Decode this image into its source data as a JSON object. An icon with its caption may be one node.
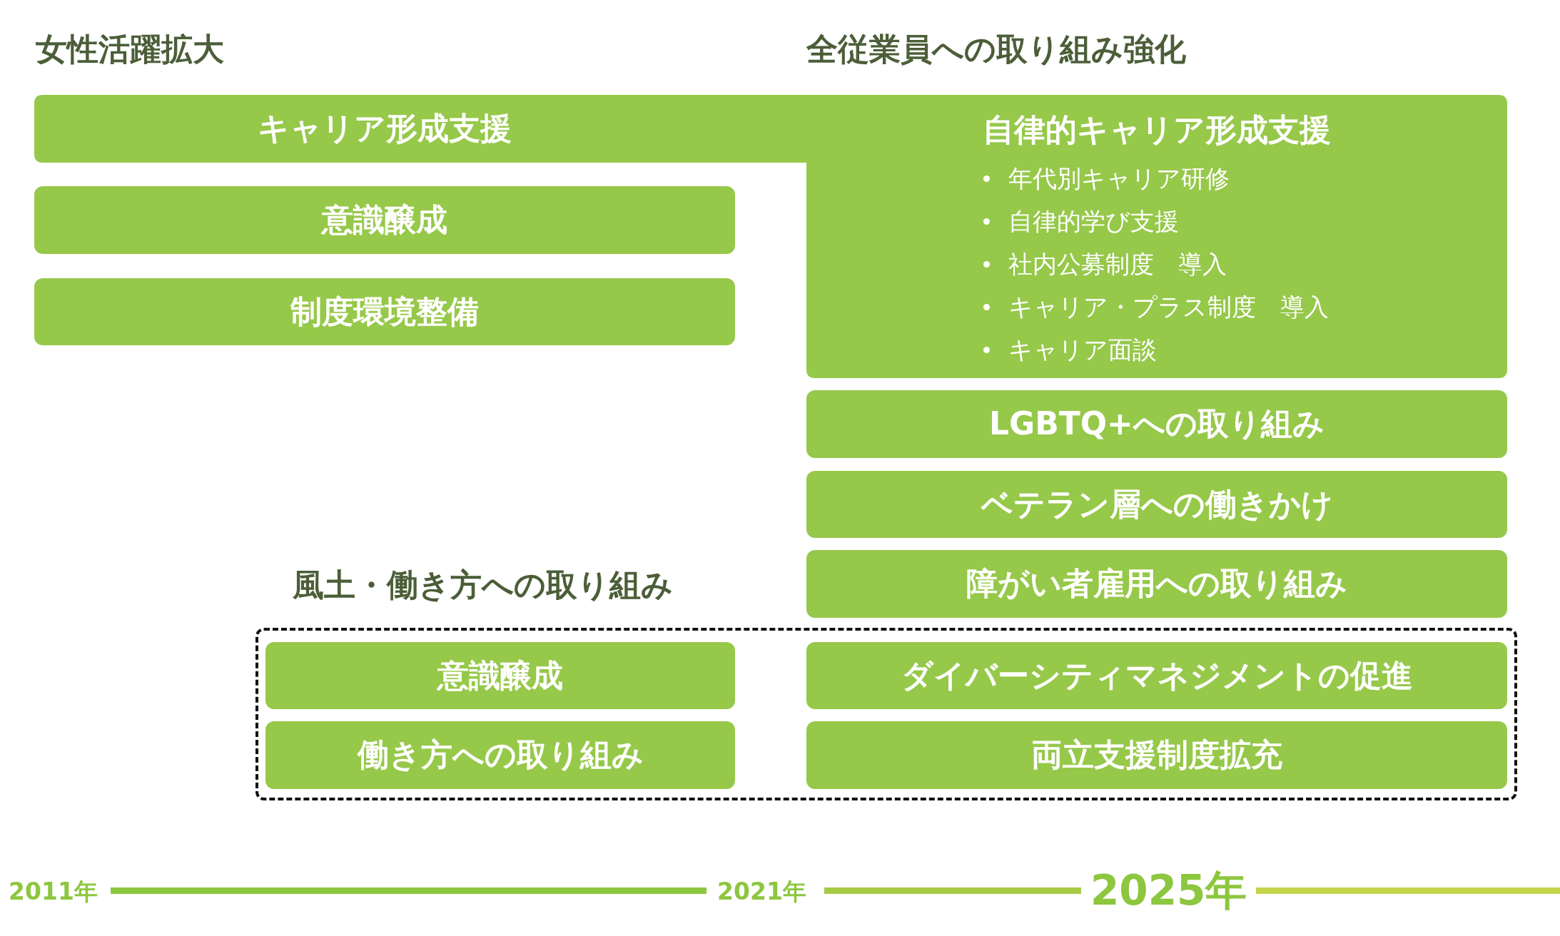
{
  "diagram": {
    "nodes": [
      {
        "text": [
          "キャリア形成支援",
          "自律的キャリア形成支援",
          "年代別キャリア研修",
          "自律的学び支援",
          "社内公募制度　導入",
          "キャリア・プラス制度　導入",
          "キャリア面談"
        ]
      },
      {
        "text": [
          "意識醸成"
        ]
      },
      {
        "text": [
          "制度環境整備"
        ]
      },
      {
        "text": [
          "LGBTQ+への取り組み"
        ]
      },
      {
        "text": [
          "ベテラン層への働きかけ"
        ]
      },
      {
        "text": [
          "障がい者雇用への取り組み"
        ]
      },
      {
        "text": [
          "風土・働き方への取り組み"
        ]
      },
      {
        "text": [
          "意識醸成"
        ],
        "in": 6
      },
      {
        "text": [
          "ダイバーシティマネジメントの促進"
        ],
        "in": 6
      },
      {
        "text": [
          "働き方への取り組み"
        ],
        "in": 6
      },
      {
        "text": [
          "両立支援制度拡充"
        ],
        "in": 6
      }
    ],
    "edges": [],
    "labels": [
      "女性活躍拡大",
      "全従業員への取り組み強化",
      "2011年",
      "2021年",
      "2025年"
    ]
  }
}
